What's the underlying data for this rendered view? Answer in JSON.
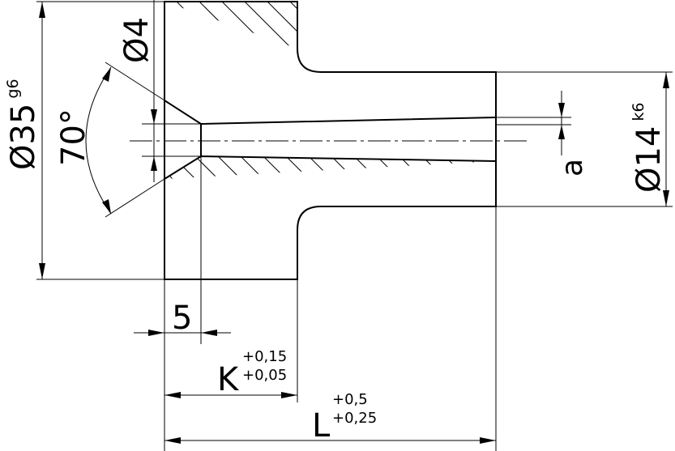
{
  "dimensions": {
    "outer_diameter": {
      "symbol": "Ø35",
      "fit": "g6"
    },
    "hole_diameter": {
      "symbol": "Ø4"
    },
    "angle": {
      "value": "70°"
    },
    "shaft_diameter": {
      "symbol": "Ø14",
      "fit": "k6"
    },
    "taper": {
      "symbol": "a"
    },
    "depth": {
      "value": "5"
    },
    "k_length": {
      "symbol": "K",
      "upper_tol": "+0,15",
      "lower_tol": "+0,05"
    },
    "l_length": {
      "symbol": "L",
      "upper_tol": "+0,5",
      "lower_tol": "+0,25"
    }
  }
}
